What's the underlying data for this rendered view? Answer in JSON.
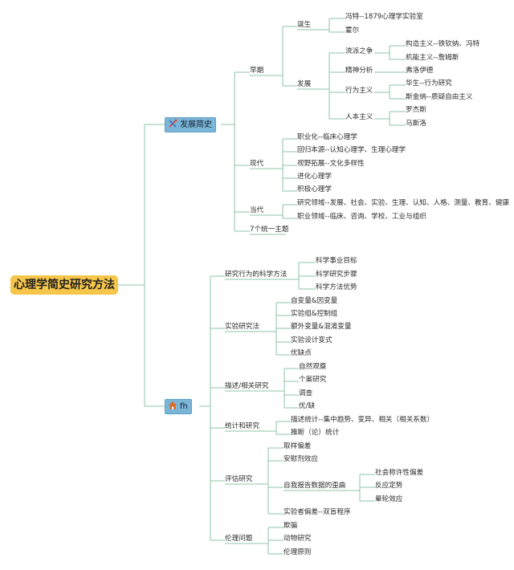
{
  "root": "心理学简史研究方法",
  "history": {
    "label": "发展简史",
    "icon": "tools-icon",
    "early": {
      "label": "早期",
      "birth": {
        "label": "诞生",
        "items": [
          "冯特--1879心理学实验室",
          "霍尔"
        ]
      },
      "development": {
        "label": "发展",
        "schools": {
          "label": "流派之争",
          "items": [
            "构造主义--铁钦纳、冯特",
            "机能主义--詹姆斯"
          ]
        },
        "psychoanalysis": {
          "label": "精神分析",
          "items": [
            "弗洛伊德"
          ]
        },
        "behaviorism": {
          "label": "行为主义",
          "items": [
            "华生--行为研究",
            "斯金纳--质疑自由主义"
          ]
        },
        "humanism": {
          "label": "人本主义",
          "items": [
            "罗杰斯",
            "马斯洛"
          ]
        }
      }
    },
    "modern": {
      "label": "现代",
      "items": [
        "职业化--临床心理学",
        "回归本源--认知心理学、生理心理学",
        "视野拓展--文化多样性",
        "进化心理学",
        "积极心理学"
      ]
    },
    "contemporary": {
      "label": "当代",
      "items": [
        "研究领域--发展、社会、实验、生理、认知、人格、测量、教育、健康",
        "职业领域--临床、咨询、学校、工业与组织"
      ]
    },
    "themes": "7个统一主题"
  },
  "methods": {
    "label": "fh",
    "icon": "house-icon",
    "science": {
      "label": "研究行为的科学方法",
      "items": [
        "科学事业目标",
        "科学研究步骤",
        "科学方法优势"
      ]
    },
    "experimental": {
      "label": "实验研究法",
      "items": [
        "自变量&因变量",
        "实验组&控制组",
        "额外变量&混淆变量",
        "实验设计变式",
        "优缺点"
      ]
    },
    "descriptive": {
      "label": "描述/相关研究",
      "items": [
        "自然观察",
        "个案研究",
        "调查",
        "优/缺"
      ]
    },
    "statistics": {
      "label": "统计和研究",
      "items": [
        "描述统计--集中趋势、变异、相关（相关系数）",
        "推断（论）统计"
      ]
    },
    "evaluation": {
      "label": "评估研究",
      "sampling": "取样偏差",
      "placebo": "安慰剂效应",
      "selfreport": {
        "label": "自我报告数据的歪曲",
        "items": [
          "社会称许性偏差",
          "反应定势",
          "晕轮效应"
        ]
      },
      "experimenter": "实验者偏差--双盲程序"
    },
    "ethics": {
      "label": "伦理问题",
      "items": [
        "欺骗",
        "动物研究",
        "伦理原则"
      ]
    }
  },
  "colors": {
    "line": "#8ec5a8",
    "root_fill": "#f5c64a",
    "branch_fill": "#7bb6d9",
    "tools_icon": "#e0423a",
    "house_icon": "#e06a2c"
  }
}
